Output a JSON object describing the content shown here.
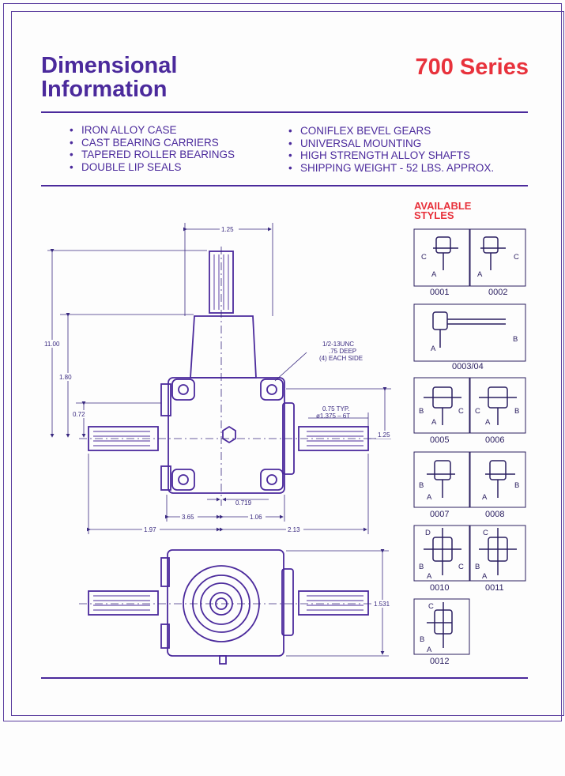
{
  "header": {
    "title_line1": "Dimensional",
    "title_line2": "Information",
    "series": "700 Series"
  },
  "features": {
    "left": [
      "IRON ALLOY CASE",
      "CAST BEARING CARRIERS",
      "TAPERED ROLLER BEARINGS",
      "DOUBLE LIP SEALS"
    ],
    "right": [
      "CONIFLEX BEVEL GEARS",
      "UNIVERSAL MOUNTING",
      "HIGH STRENGTH ALLOY SHAFTS",
      "SHIPPING WEIGHT -  52 LBS. APPROX."
    ]
  },
  "drawing": {
    "dims": {
      "top_width": "1.25",
      "height_total": "11.00",
      "height_mid": "1.80",
      "height_low": "0.72",
      "bolt_note_1": "1/2-13UNC",
      "bolt_note_2": ".75 DEEP",
      "bolt_note_3": "(4) EACH SIDE",
      "spline_1": "0.75 TYP.",
      "spline_2": "ø1.375 – 6T",
      "right_height": "1.25",
      "offset": "0.719",
      "left_dim": "3.65",
      "right_dim": "1.06",
      "overall_left": "1.97",
      "overall_right": "2.13",
      "bottom_height": "1.531"
    }
  },
  "styles": {
    "heading_1": "AVAILABLE",
    "heading_2": "STYLES",
    "codes": {
      "s0001": "0001",
      "s0002": "0002",
      "s0003": "0003/04",
      "s0005": "0005",
      "s0006": "0006",
      "s0007": "0007",
      "s0008": "0008",
      "s0010": "0010",
      "s0011": "0011",
      "s0012": "0012"
    },
    "letters": {
      "a": "A",
      "b": "B",
      "c": "C",
      "d": "D"
    }
  },
  "colors": {
    "accent": "#4b2a9c",
    "highlight": "#e8323c",
    "line": "#2a1e60"
  }
}
